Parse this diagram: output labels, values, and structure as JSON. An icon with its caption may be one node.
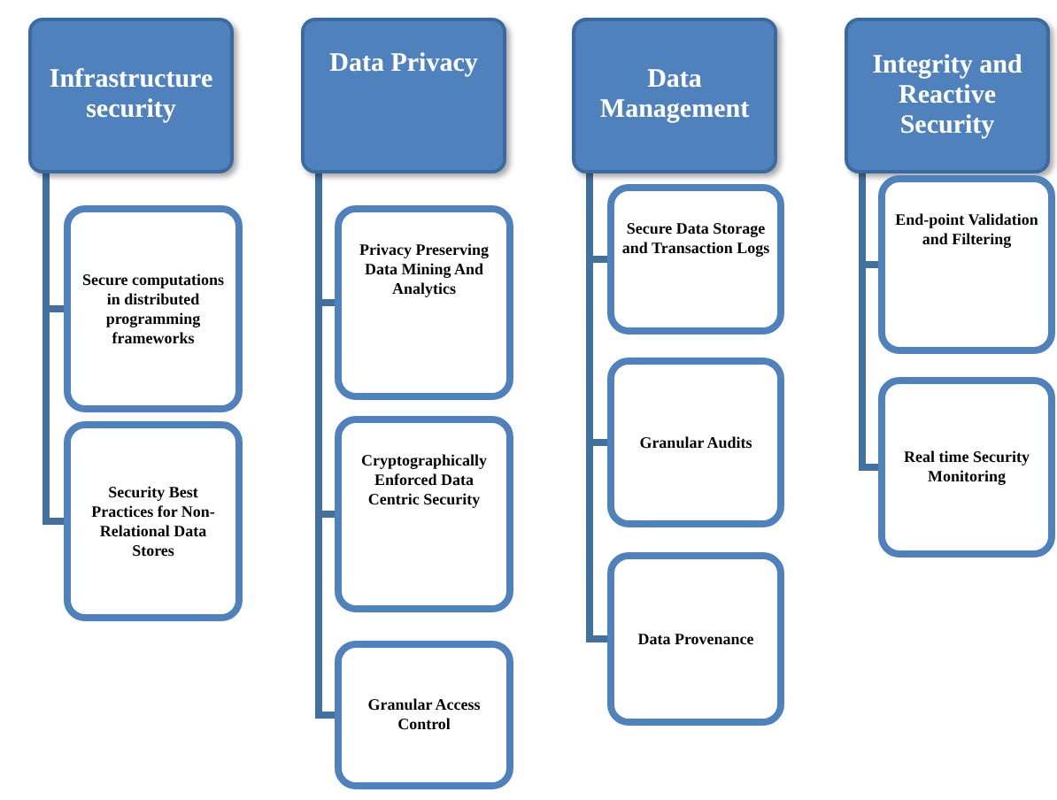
{
  "diagram": {
    "nodes": [
      {
        "text": [
          "Infrastructure security"
        ]
      },
      {
        "text": [
          "Secure computations in distributed programming frameworks"
        ]
      },
      {
        "text": [
          "Security Best Practices for Non-Relational Data Stores"
        ]
      },
      {
        "text": [
          "Data Privacy"
        ]
      },
      {
        "text": [
          "Privacy Preserving Data Mining And Analytics"
        ]
      },
      {
        "text": [
          "Cryptographically Enforced Data Centric Security"
        ]
      },
      {
        "text": [
          "Granular Access Control"
        ]
      },
      {
        "text": [
          "Data Management"
        ]
      },
      {
        "text": [
          "Secure Data Storage and Transaction Logs"
        ]
      },
      {
        "text": [
          "Granular Audits"
        ]
      },
      {
        "text": [
          "Data Provenance"
        ]
      },
      {
        "text": [
          "Integrity and Reactive Security"
        ]
      },
      {
        "text": [
          "End-point Validation and Filtering"
        ]
      },
      {
        "text": [
          "Real time Security Monitoring"
        ]
      }
    ],
    "edges": [
      {
        "from": 0,
        "to": 1,
        "arrow": "none"
      },
      {
        "from": 0,
        "to": 2,
        "arrow": "none"
      },
      {
        "from": 3,
        "to": 4,
        "arrow": "none"
      },
      {
        "from": 3,
        "to": 5,
        "arrow": "none"
      },
      {
        "from": 3,
        "to": 6,
        "arrow": "none"
      },
      {
        "from": 7,
        "to": 8,
        "arrow": "none"
      },
      {
        "from": 7,
        "to": 9,
        "arrow": "none"
      },
      {
        "from": 7,
        "to": 10,
        "arrow": "none"
      },
      {
        "from": 11,
        "to": 12,
        "arrow": "none"
      },
      {
        "from": 11,
        "to": 13,
        "arrow": "none"
      }
    ]
  }
}
